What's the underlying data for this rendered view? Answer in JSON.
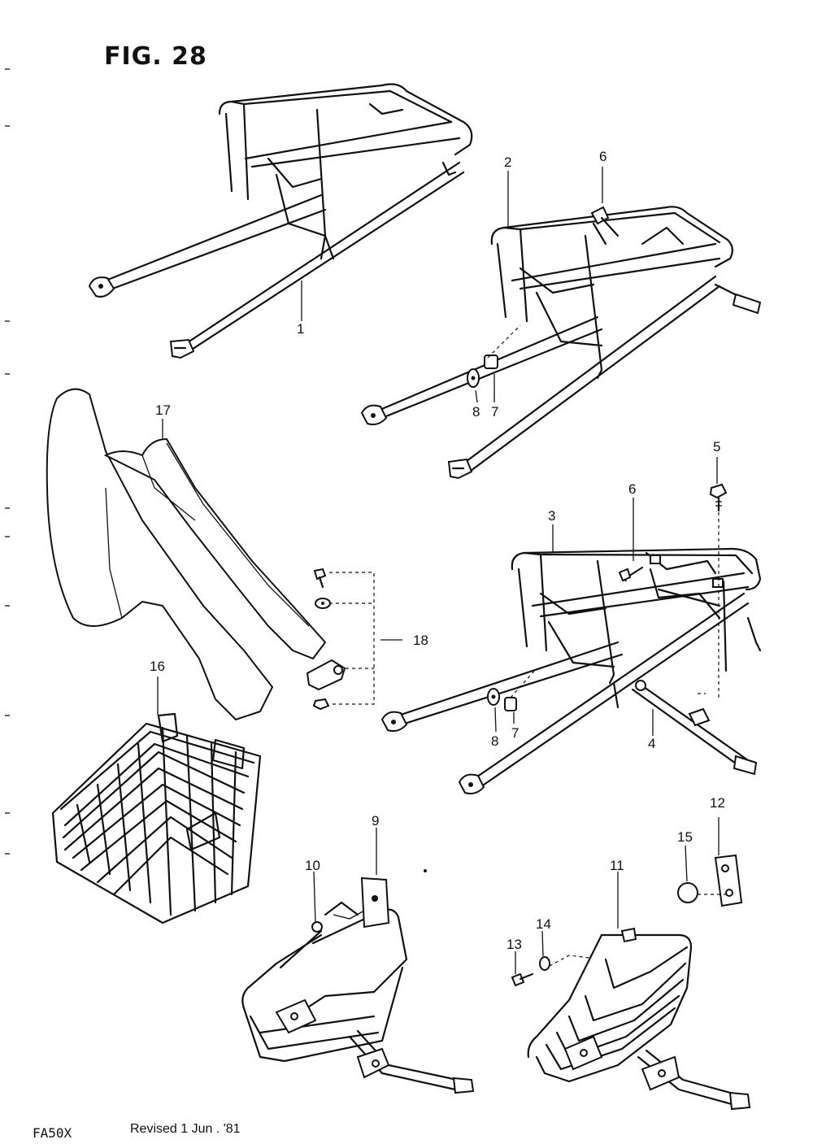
{
  "figure": {
    "title": "FIG. 28"
  },
  "callouts": {
    "c1": "1",
    "c2": "2",
    "c3": "3",
    "c4": "4",
    "c5": "5",
    "c6a": "6",
    "c6b": "6",
    "c7a": "7",
    "c7b": "7",
    "c8a": "8",
    "c8b": "8",
    "c9": "9",
    "c10": "10",
    "c11": "11",
    "c12": "12",
    "c13": "13",
    "c14": "14",
    "c15": "15",
    "c16": "16",
    "c17": "17",
    "c18": "18"
  },
  "footer": {
    "model": "FA50X",
    "revision": "Revised 1 Jun . '81"
  }
}
